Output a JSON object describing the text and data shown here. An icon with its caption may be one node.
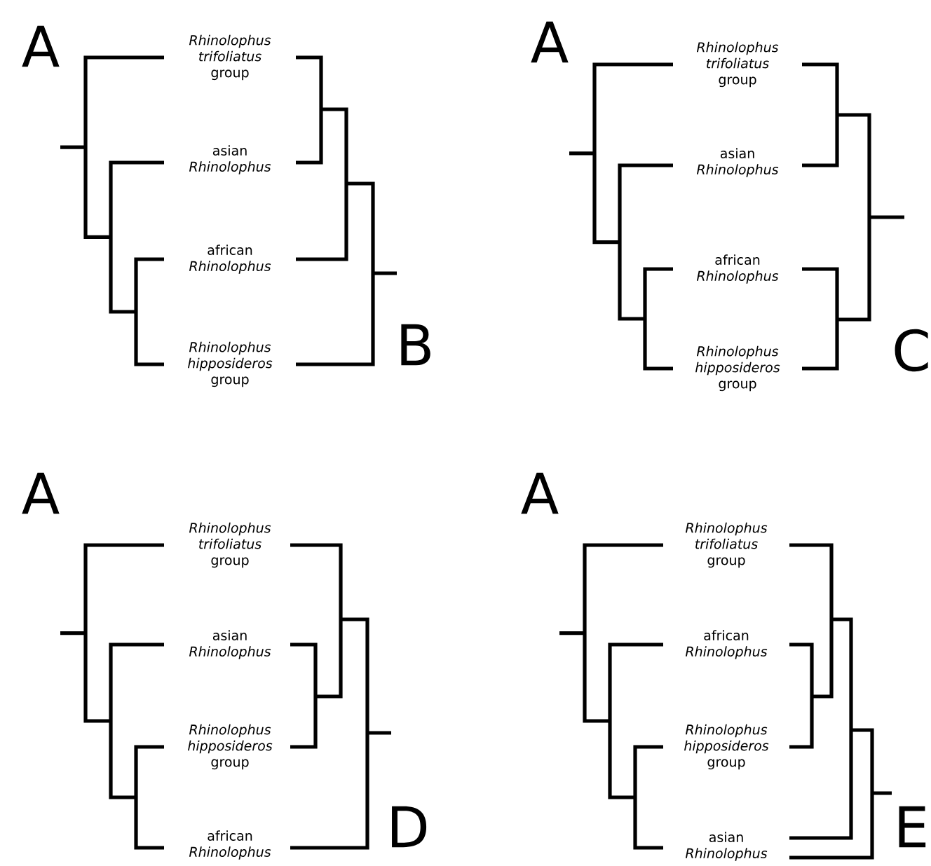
{
  "diagram": {
    "labels": [
      "A",
      "*Rhinolophus trifoliatus* group",
      "asian *Rhinolophus*",
      "african *Rhinolophus*",
      "*Rhinolophus hipposideros* group",
      "B",
      "A",
      "*Rhinolophus trifoliatus* group",
      "asian *Rhinolophus*",
      "african *Rhinolophus*",
      "*Rhinolophus hipposideros* group",
      "C",
      "A",
      "*Rhinolophus trifoliatus* group",
      "asian *Rhinolophus*",
      "*Rhinolophus hipposideros* group",
      "african *Rhinolophus*",
      "D",
      "A",
      "*Rhinolophus trifoliatus* group",
      "african *Rhinolophus*",
      "*Rhinolophus hipposideros* group",
      "asian *Rhinolophus*",
      "E"
    ]
  }
}
